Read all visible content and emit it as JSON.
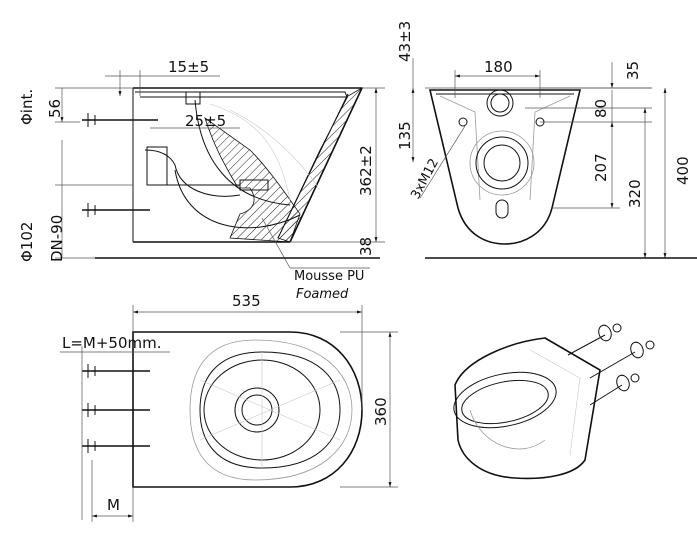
{
  "side_view": {
    "dim_15": "15±5",
    "dim_25": "25±5",
    "dim_56": "56",
    "dim_phi_int": "Φint.",
    "dim_phi102": "Φ102",
    "dim_dn90": "DN-90",
    "dim_362": "362±2",
    "dim_38": "38",
    "foam_label": "Mousse PU",
    "foam_label_en": "Foamed"
  },
  "front_view": {
    "dim_43": "43±3",
    "dim_180": "180",
    "dim_35": "35",
    "dim_80": "80",
    "dim_135": "135",
    "dim_3xm12": "3xM12",
    "dim_207": "207",
    "dim_320": "320",
    "dim_400": "400"
  },
  "top_view": {
    "dim_535": "535",
    "dim_bolt_length": "L=M+50mm.",
    "dim_360": "360",
    "dim_m": "M"
  }
}
